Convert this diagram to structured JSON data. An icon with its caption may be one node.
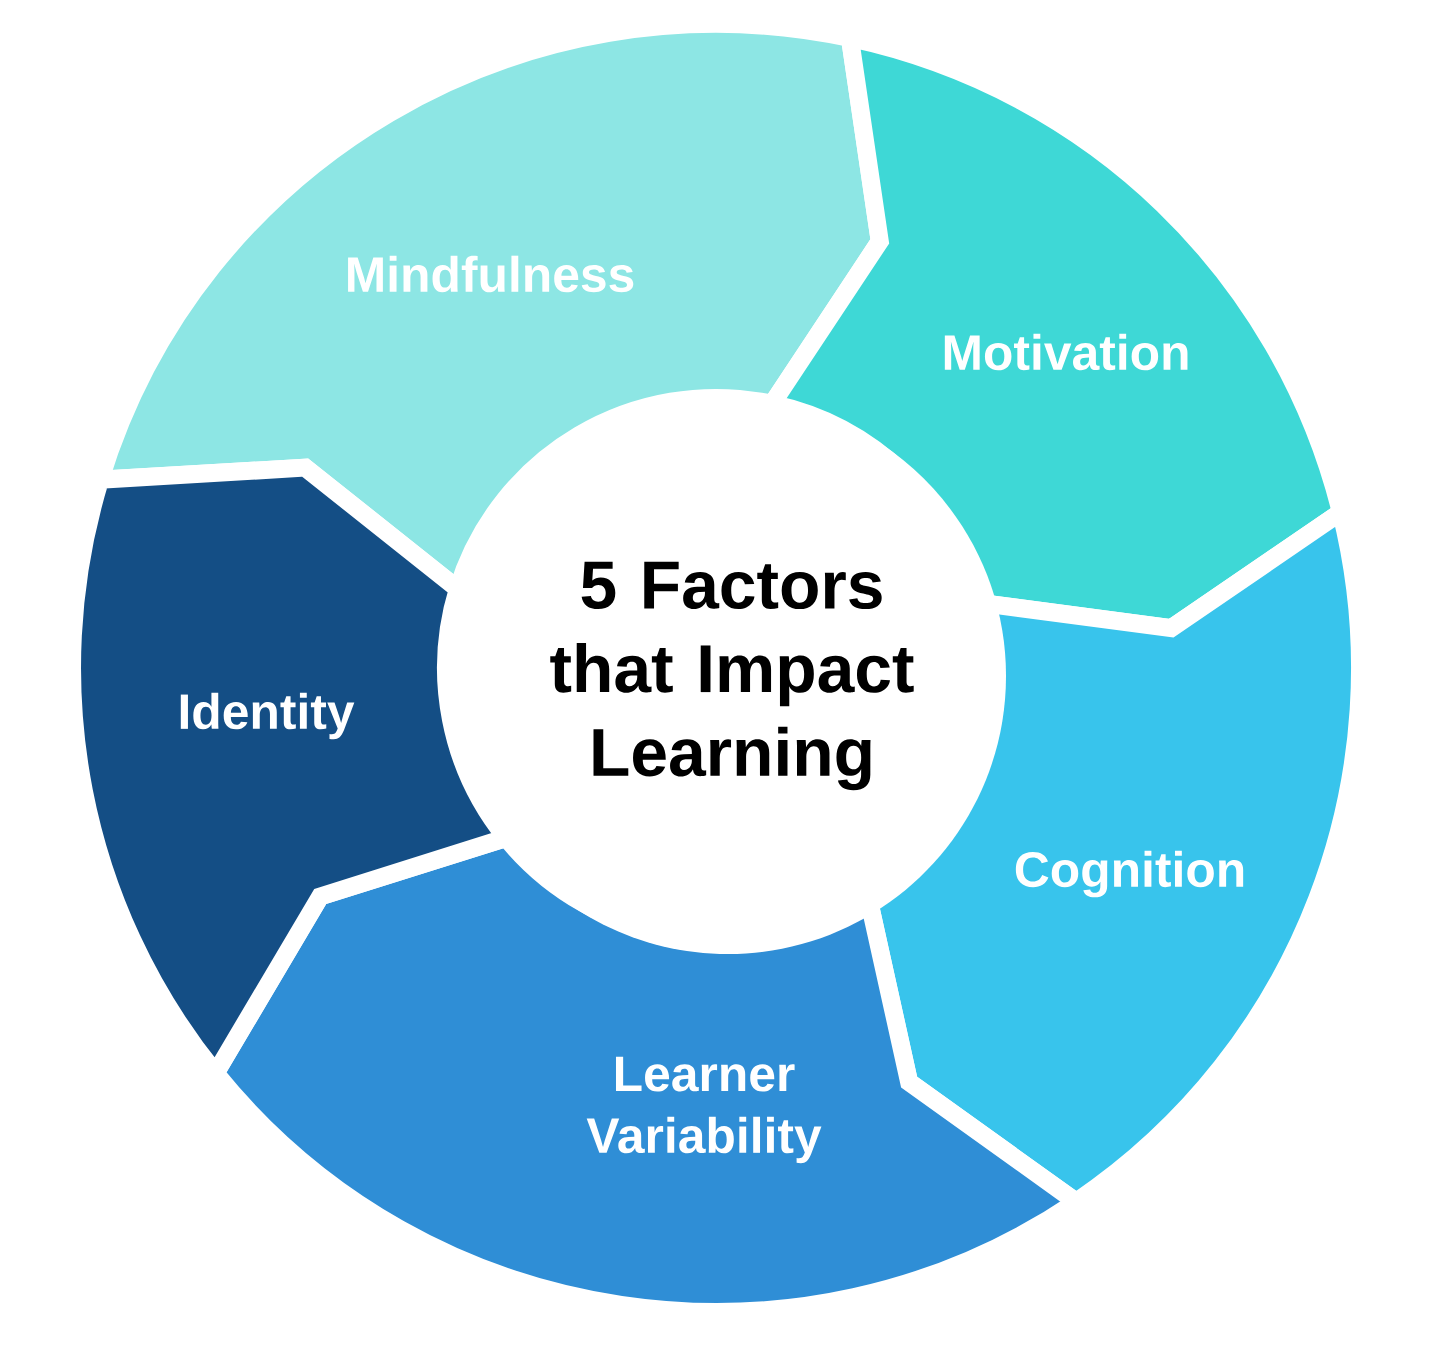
{
  "diagram": {
    "nodes": [
      {
        "text": [
          "5 Factors that Impact Learning"
        ]
      },
      {
        "text": [
          "Mindfulness"
        ]
      },
      {
        "text": [
          "Motivation"
        ]
      },
      {
        "text": [
          "Cognition"
        ]
      },
      {
        "text": [
          "Learner Variability"
        ]
      },
      {
        "text": [
          "Identity"
        ]
      }
    ]
  }
}
